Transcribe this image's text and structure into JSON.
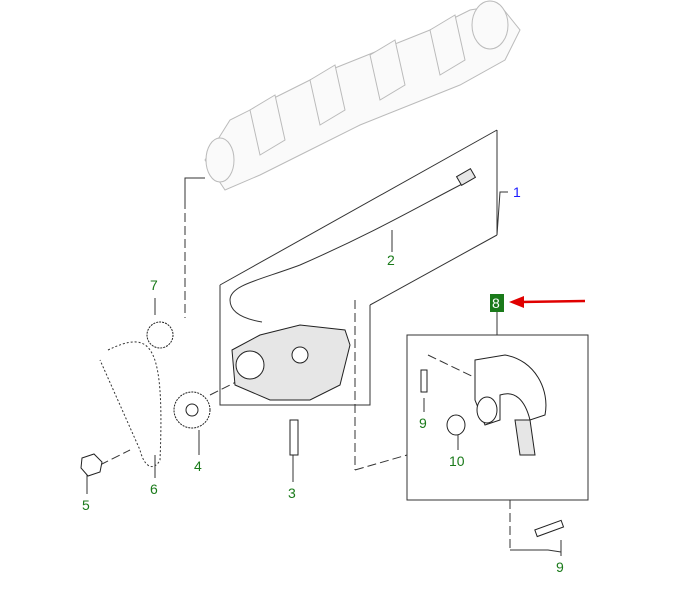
{
  "callouts": [
    {
      "id": "1",
      "label": "1",
      "color": "#1a1aff"
    },
    {
      "id": "2",
      "label": "2",
      "color": "#1a7a1a"
    },
    {
      "id": "3",
      "label": "3",
      "color": "#1a7a1a"
    },
    {
      "id": "4",
      "label": "4",
      "color": "#1a7a1a"
    },
    {
      "id": "5",
      "label": "5",
      "color": "#1a7a1a"
    },
    {
      "id": "6",
      "label": "6",
      "color": "#1a7a1a"
    },
    {
      "id": "7",
      "label": "7",
      "color": "#1a7a1a"
    },
    {
      "id": "8",
      "label": "8",
      "color": "#1a7a1a",
      "highlighted": true
    },
    {
      "id": "9a",
      "label": "9",
      "color": "#1a7a1a"
    },
    {
      "id": "10",
      "label": "10",
      "color": "#1a7a1a"
    },
    {
      "id": "9b",
      "label": "9",
      "color": "#1a7a1a"
    }
  ],
  "highlight_arrow_color": "#e00000"
}
